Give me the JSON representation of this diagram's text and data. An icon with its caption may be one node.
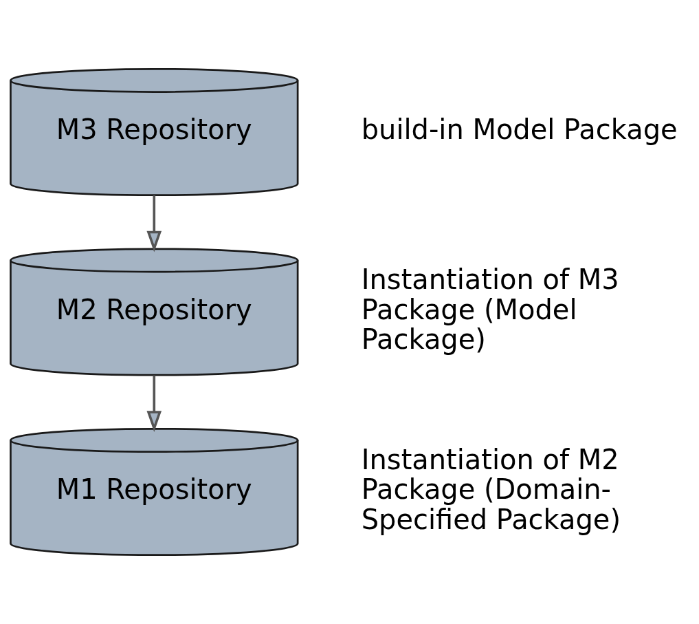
{
  "diagram": {
    "nodes": [
      {
        "text": [
          "M3 Repository"
        ],
        "beside": [
          "build-in Model Package"
        ]
      },
      {
        "text": [
          "M2 Repository"
        ],
        "beside": [
          "Instantiation of M3 Package (Model Package)"
        ]
      },
      {
        "text": [
          "M1 Repository"
        ],
        "beside": [
          "Instantiation of M2 Package (Domain-Specified Package)"
        ]
      }
    ],
    "edges": [
      {
        "from": 0,
        "to": 1,
        "arrow": "to"
      },
      {
        "from": 1,
        "to": 2,
        "arrow": "to"
      }
    ]
  }
}
